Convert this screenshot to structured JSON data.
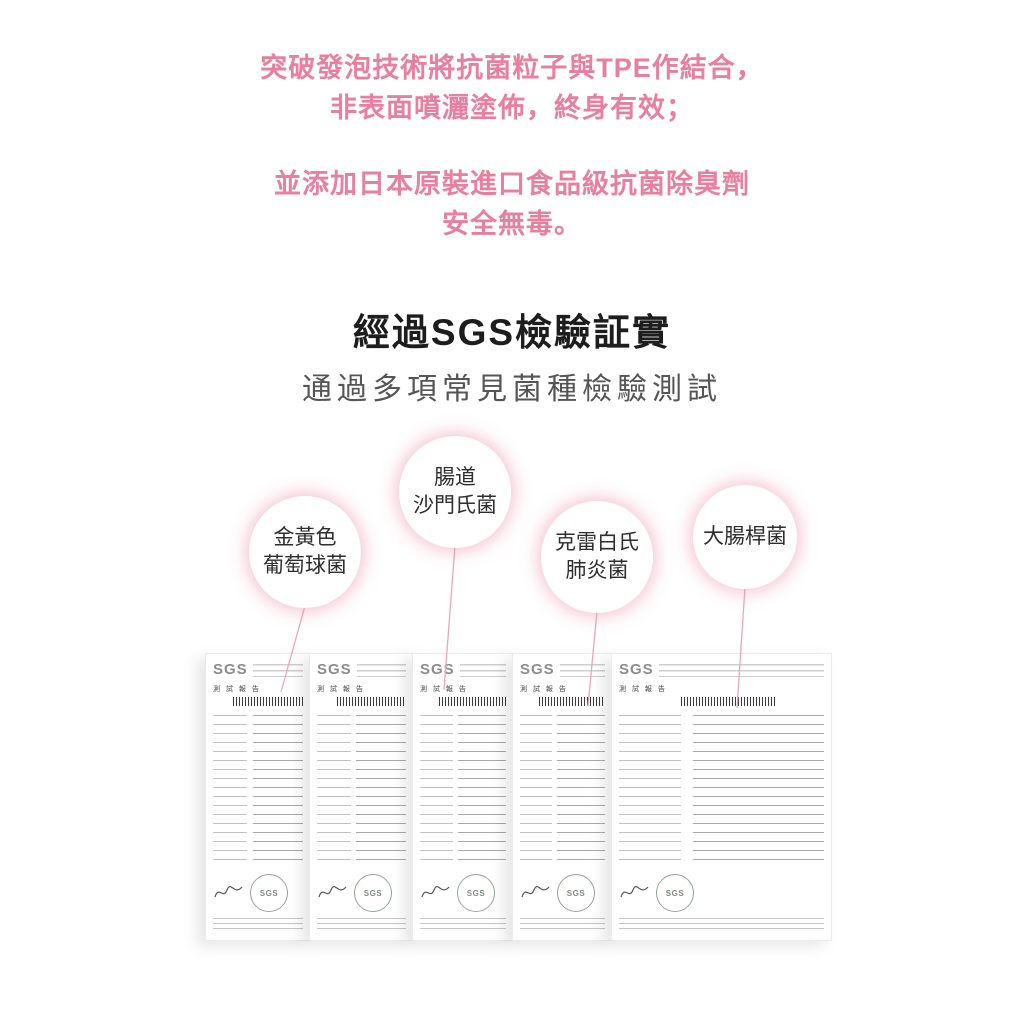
{
  "colors": {
    "accent_pink": "#e87f9e",
    "title_black": "#1d1d1d",
    "subtitle_gray": "#555555"
  },
  "intro": {
    "line1": "突破發泡技術將抗菌粒子與TPE作結合，",
    "line2": "非表面噴灑塗佈，終身有效；",
    "line3": "並添加日本原裝進口食品級抗菌除臭劑",
    "line4": "安全無毒。"
  },
  "section": {
    "title": "經過SGS檢驗証實",
    "subtitle": "通過多項常見菌種檢驗測試"
  },
  "bacteria": {
    "staph": {
      "line1": "金黃色",
      "line2": "葡萄球菌"
    },
    "salmonella": {
      "line1": "腸道",
      "line2": "沙門氏菌"
    },
    "klebsiella": {
      "line1": "克雷白氏",
      "line2": "肺炎菌"
    },
    "ecoli": {
      "line1": "大腸桿菌"
    }
  },
  "certificate": {
    "logo": "SGS",
    "report_title": "測 試 報 告",
    "stamp_text": "SGS"
  }
}
